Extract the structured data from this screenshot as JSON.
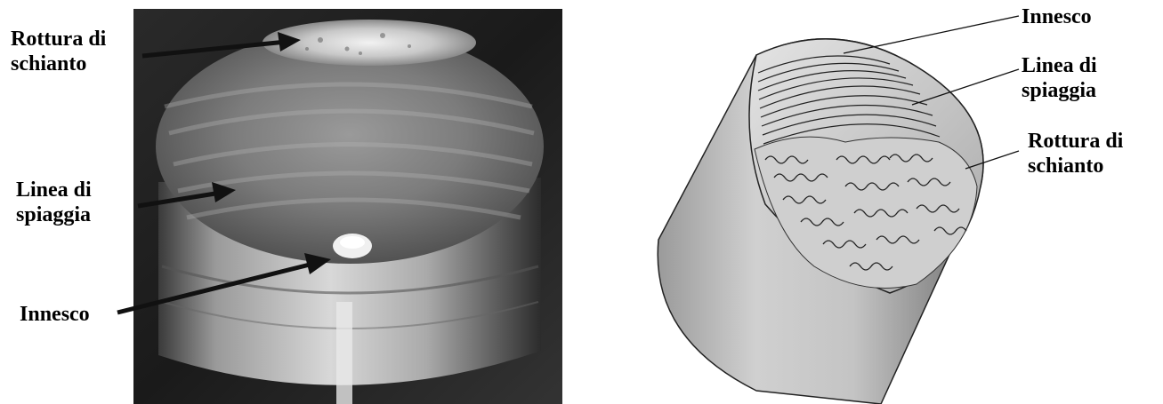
{
  "photo_panel": {
    "labels": {
      "rottura": "Rottura di\nschianto",
      "linea": "Linea di\nspiaggia",
      "innesco": "Innesco"
    }
  },
  "drawing_panel": {
    "labels": {
      "innesco": "Innesco",
      "linea": "Linea di\nspiaggia",
      "rottura": "Rottura di\nschianto"
    }
  }
}
